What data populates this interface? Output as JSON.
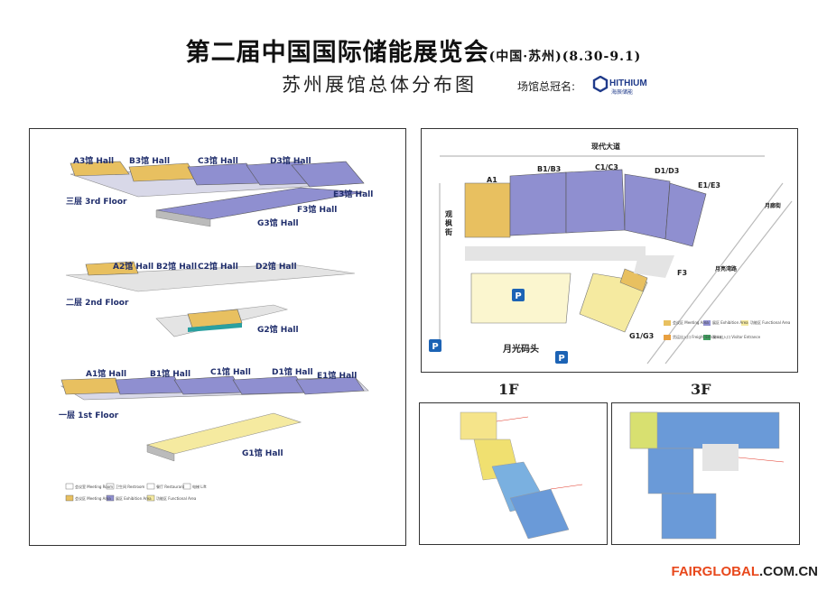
{
  "header": {
    "title": "第二届中国国际储能展览会",
    "title_suffix": "(中国·苏州)(8.30-9.1)",
    "subtitle": "苏州展馆总体分布图",
    "sponsor_label": "场馆总冠名:",
    "sponsor_brand": "HITHIUM",
    "sponsor_brand_cn": "海辰储能"
  },
  "left_panel": {
    "floors": [
      {
        "label": "三层 3rd Floor",
        "halls": [
          "A3馆 Hall",
          "B3馆 Hall",
          "C3馆 Hall",
          "D3馆 Hall",
          "E3馆 Hall",
          "F3馆 Hall",
          "G3馆 Hall"
        ]
      },
      {
        "label": "二层 2nd Floor",
        "halls": [
          "A2馆 Hall",
          "B2馆 Hall",
          "C2馆 Hall",
          "D2馆 Hall",
          "G2馆 Hall"
        ]
      },
      {
        "label": "一层 1st Floor",
        "halls": [
          "A1馆 Hall",
          "B1馆 Hall",
          "C1馆 Hall",
          "D1馆 Hall",
          "E1馆 Hall",
          "G1馆 Hall"
        ]
      }
    ],
    "legend": [
      {
        "label": "会议室 Meeting Room",
        "color": "#ffffff"
      },
      {
        "label": "卫生间 Restroom",
        "color": "#ffffff"
      },
      {
        "label": "餐厅 Restaurant",
        "color": "#ffffff"
      },
      {
        "label": "电梯 Lift",
        "color": "#ffffff"
      },
      {
        "label": "会议区 Meeting Area",
        "color": "#e8c060"
      },
      {
        "label": "展区 Exhibition Area",
        "color": "#8f8fd0"
      },
      {
        "label": "功能区 Functional Area",
        "color": "#f5eaa0"
      }
    ]
  },
  "site_map": {
    "road_top": "现代大道",
    "road_left": "观枫街",
    "road_right": "月亮湾路",
    "road_right2": "月廊街",
    "wharf": "月光码头",
    "halls": [
      "A1",
      "B1/B3",
      "C1/C3",
      "D1/D3",
      "E1/E3",
      "F3",
      "G1/G3"
    ],
    "parking": "P",
    "legend": [
      {
        "label": "会议区 Meeting Area",
        "color": "#e8c060"
      },
      {
        "label": "展区 Exhibition Area",
        "color": "#8f8fd0"
      },
      {
        "label": "功能区 Functional Area",
        "color": "#f5eaa0"
      },
      {
        "label": "货运出入口 Freight Entrance",
        "color": "#e8a040"
      },
      {
        "label": "观众出入口 Visitor Entrance",
        "color": "#40a060"
      }
    ]
  },
  "floor_plans": {
    "first": "1F",
    "third": "3F"
  },
  "colors": {
    "exhibition": "#8f8fd0",
    "meeting": "#e8c060",
    "functional": "#f5eaa0",
    "brand_red": "#e8481c",
    "brand_dark": "#222222"
  },
  "watermark": {
    "part1": "FAIRGLOBAL",
    "part2": ".COM.CN"
  }
}
